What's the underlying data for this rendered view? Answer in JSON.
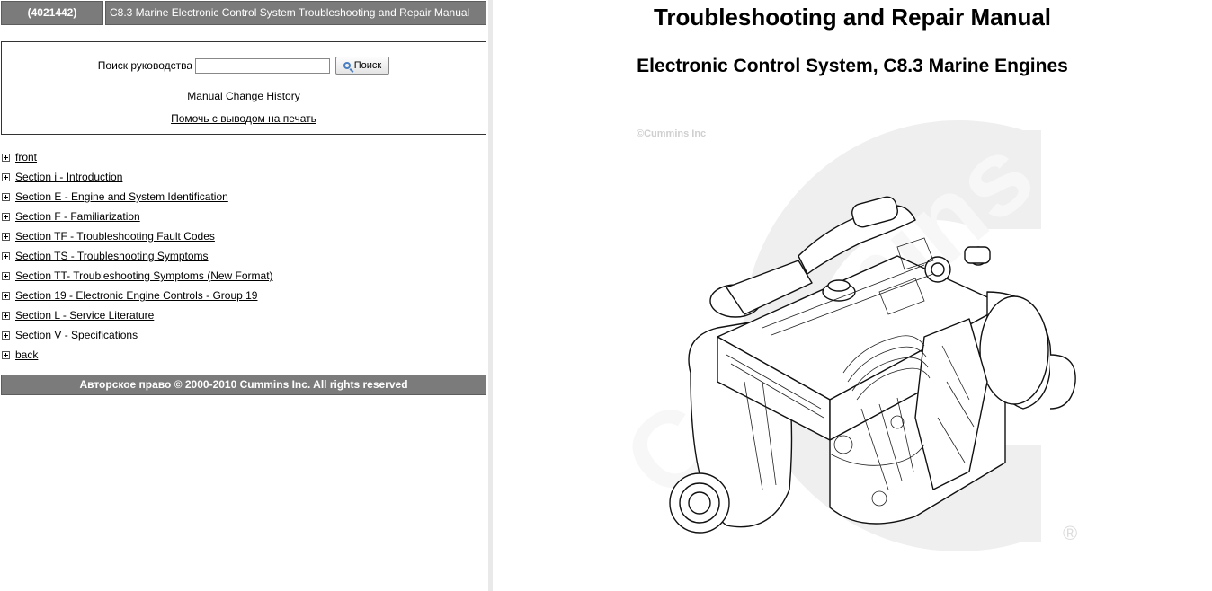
{
  "header": {
    "doc_id": "(4021442)",
    "doc_title": "C8.3 Marine Electronic Control System Troubleshooting and Repair Manual"
  },
  "search": {
    "label": "Поиск руководства",
    "value": "",
    "button_label": "Поиск"
  },
  "links": {
    "change_history": "Manual Change History",
    "print_help": "Помочь с выводом на печать"
  },
  "toc": {
    "items": [
      "front",
      "Section i - Introduction",
      "Section E - Engine and System Identification",
      "Section F - Familiarization",
      "Section TF - Troubleshooting Fault Codes",
      "Section TS - Troubleshooting Symptoms",
      "Section TT- Troubleshooting Symptoms (New Format)",
      "Section 19 - Electronic Engine Controls - Group 19",
      "Section L - Service Literature",
      "Section V - Specifications",
      "back"
    ]
  },
  "footer": {
    "copyright": "Авторское право © 2000-2010 Cummins Inc. All rights reserved"
  },
  "document": {
    "title": "Troubleshooting and Repair Manual",
    "subtitle": "Electronic Control System, C8.3 Marine Engines",
    "image_mark": "©Cummins Inc",
    "watermark": "Cummins",
    "registered": "®"
  },
  "colors": {
    "header_bg": "#7b7b7b",
    "divider": "#e9e9e9",
    "watermark": "#efefef"
  }
}
